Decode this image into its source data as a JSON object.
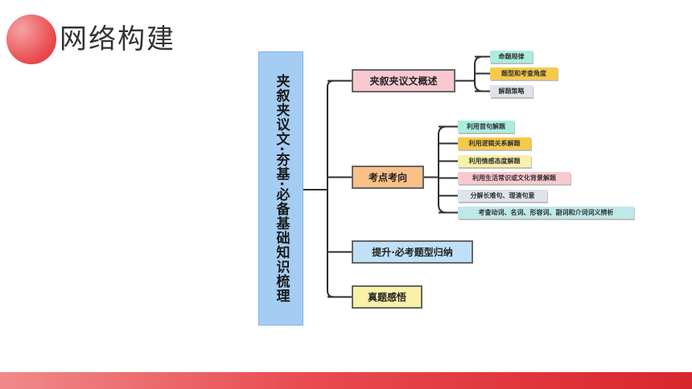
{
  "title": "网络构建",
  "mindmap": {
    "root": "夹叙夹议文·夯基·必备基础知识梳理",
    "branches": [
      {
        "label": "夹叙夹议文概述",
        "color": "#f9c9d0",
        "children": [
          {
            "label": "命题规律",
            "color": "#a9eedf"
          },
          {
            "label": "题型和考查角度",
            "color": "#f7c948"
          },
          {
            "label": "解题策略",
            "color": "#dfe3ea"
          }
        ]
      },
      {
        "label": "考点考向",
        "color": "#fbc088",
        "children": [
          {
            "label": "利用首句解题",
            "color": "#a9eedf"
          },
          {
            "label": "利用逻辑关系解题",
            "color": "#f7c948"
          },
          {
            "label": "利用情感态度解题",
            "color": "#f9f1a8"
          },
          {
            "label": "利用生活常识或文化背景解题",
            "color": "#f9c9d0"
          },
          {
            "label": "分解长难句、理清句意",
            "color": "#dfe3ea"
          },
          {
            "label": "考查动词、名词、形容词、副词和介词词义辨析",
            "color": "#bfe8e8"
          }
        ]
      },
      {
        "label": "提升·必考题型归纳",
        "color": "#bfe0f7",
        "children": []
      },
      {
        "label": "真题感悟",
        "color": "#f9f1a8",
        "children": []
      }
    ]
  }
}
